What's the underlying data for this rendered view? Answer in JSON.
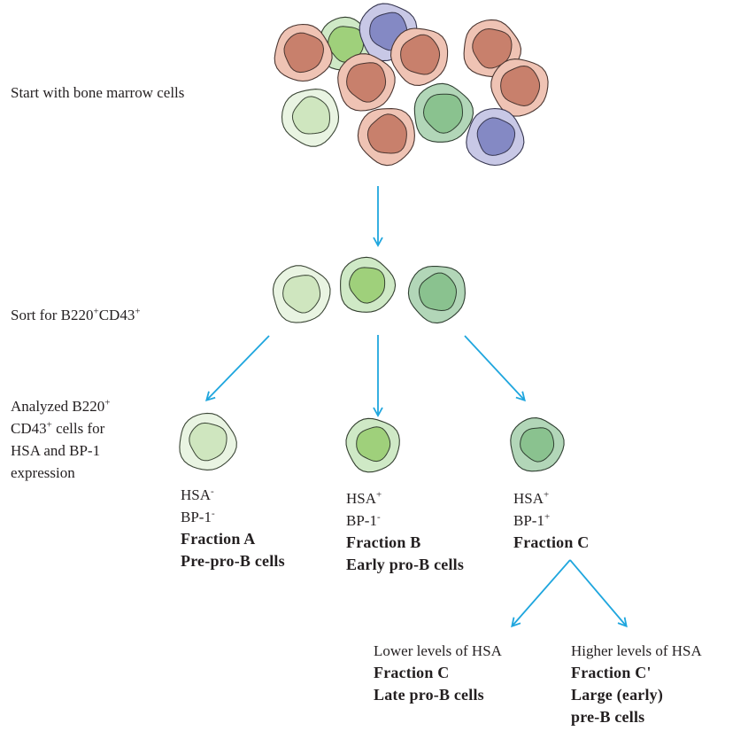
{
  "colors": {
    "arrow": "#1fa6de",
    "salmon": {
      "outer": "#efc3b4",
      "inner": "#c8806c",
      "stroke": "#4a3530"
    },
    "blue": {
      "outer": "#c8c8e6",
      "inner": "#8489c4",
      "stroke": "#363650"
    },
    "mint": {
      "outer": "#b2d6b8",
      "inner": "#8ac28f",
      "stroke": "#2f3f31"
    },
    "lightgreen": {
      "outer": "#e9f4e2",
      "inner": "#cfe6bf",
      "stroke": "#3b4636"
    },
    "brightgreen": {
      "outer": "#cfe9c6",
      "inner": "#9fd07b",
      "stroke": "#344030"
    }
  },
  "labels": {
    "start": "Start with bone marrow cells",
    "sort": {
      "text": "Sort for B220",
      "sup1": "+",
      "mid": "CD43",
      "sup2": "+"
    },
    "analyzed": {
      "line1": "Analyzed B220",
      "line1_sup": "+",
      "line2": "CD43",
      "line2_sup": "+",
      "line2_rest": " cells for",
      "line3": "HSA and BP-1",
      "line4": "expression"
    }
  },
  "fractions": {
    "a": {
      "hsa": "HSA",
      "hsa_sup": "-",
      "bp1": "BP-1",
      "bp1_sup": "-",
      "name": "Fraction A",
      "desc": "Pre-pro-B cells"
    },
    "b": {
      "hsa": "HSA",
      "hsa_sup": "+",
      "bp1": "BP-1",
      "bp1_sup": "-",
      "name": "Fraction B",
      "desc": "Early pro-B cells"
    },
    "c": {
      "hsa": "HSA",
      "hsa_sup": "+",
      "bp1": "BP-1",
      "bp1_sup": "+",
      "name": "Fraction C"
    },
    "c_low": {
      "level": "Lower levels of HSA",
      "name": "Fraction C",
      "desc": "Late pro-B cells"
    },
    "c_high": {
      "level": "Higher levels of HSA",
      "name": "Fraction C'",
      "desc1": "Large (early)",
      "desc2": "pre-B cells"
    }
  }
}
